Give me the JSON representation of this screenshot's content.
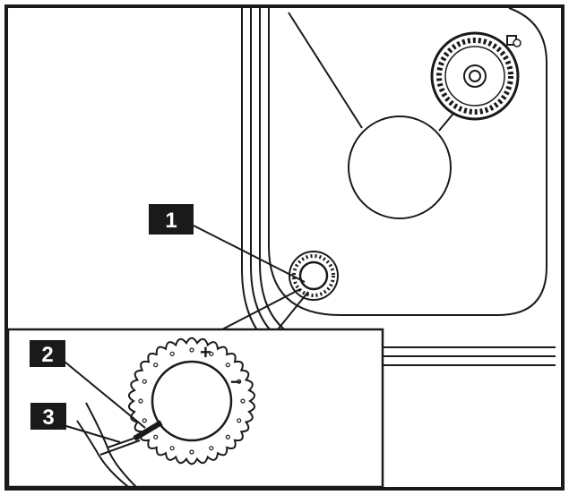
{
  "diagram": {
    "callouts": [
      {
        "id": "1",
        "label": "1"
      },
      {
        "id": "2",
        "label": "2"
      },
      {
        "id": "3",
        "label": "3"
      }
    ],
    "adjustment": {
      "plus_sign": "+",
      "minus_sign": "−"
    },
    "colors": {
      "line": "#1a1a1a",
      "fill": "#ffffff",
      "badge": "#1a1a1a",
      "badge_text": "#ffffff"
    }
  }
}
